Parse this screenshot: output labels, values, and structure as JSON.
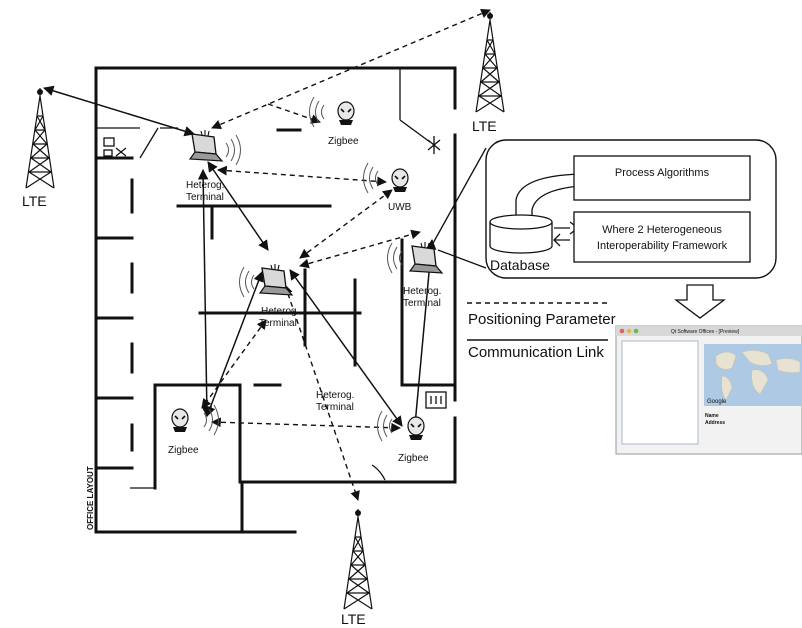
{
  "towers": {
    "left": "LTE",
    "top_right": "LTE",
    "bottom": "LTE"
  },
  "nodes": {
    "zigbee_top": "Zigbee",
    "uwb": "UWB",
    "zigbee_left": "Zigbee",
    "zigbee_right": "Zigbee"
  },
  "terminals": {
    "top_left": [
      "Heterog.",
      "Terminal"
    ],
    "center": [
      "Heterog.",
      "Terminal"
    ],
    "right": [
      "Heterog.",
      "Terminal"
    ],
    "lower": [
      "Heterog.",
      "Terminal"
    ]
  },
  "office_layout_label": "OFFICE LAYOUT",
  "server": {
    "database_label": "Database",
    "process_box": "Process Algorithms",
    "framework_box": [
      "Where 2 Heterogeneous",
      "Interoperability Framework"
    ]
  },
  "legend": {
    "positioning": "Positioning Parameter",
    "communication": "Communication Link"
  },
  "app_window": {
    "title": "Qt Software Offices - [Preview]",
    "map_logo": "Google",
    "field_name": "Name",
    "field_address": "Address"
  }
}
